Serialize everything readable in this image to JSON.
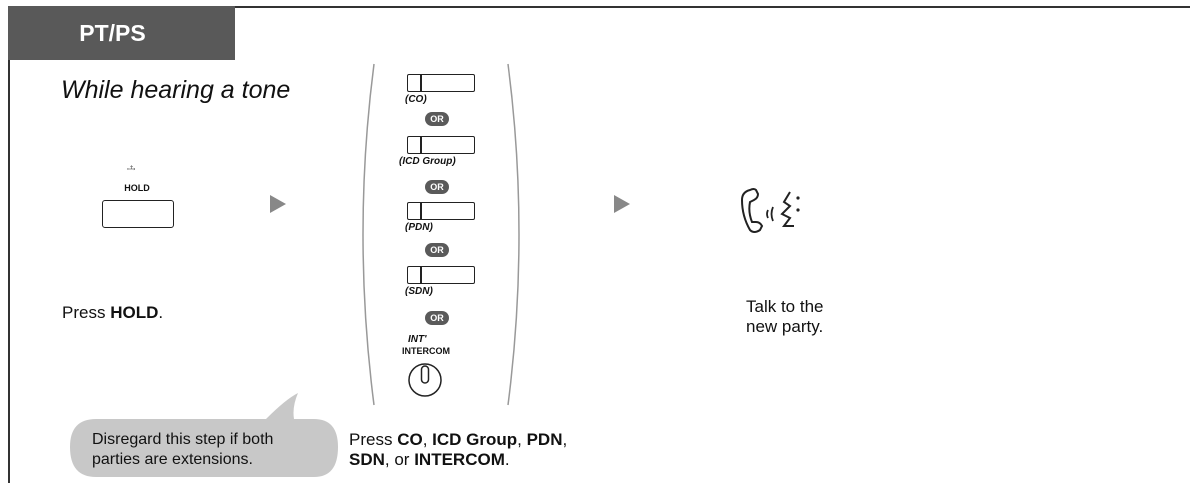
{
  "header": {
    "tab_label": "PT/PS"
  },
  "subtitle": "While hearing a tone",
  "step1": {
    "key_label": "HOLD",
    "caption_prefix": "Press ",
    "caption_bold": "HOLD",
    "caption_suffix": "."
  },
  "step2": {
    "keys": [
      {
        "label": "(CO)"
      },
      {
        "label": "(ICD Group)"
      },
      {
        "label": "(PDN)"
      },
      {
        "label": "(SDN)"
      }
    ],
    "or_label": "OR",
    "int_label": "INT'",
    "intercom_label": "INTERCOM",
    "caption": {
      "prefix": "Press ",
      "co": "CO",
      "sep1": ", ",
      "icd": "ICD Group",
      "sep2": ", ",
      "pdn": "PDN",
      "sep3": ",",
      "sdn": "SDN",
      "sep4": ", or ",
      "intercom": "INTERCOM",
      "suffix": "."
    }
  },
  "step3": {
    "caption_line1": "Talk to the",
    "caption_line2": "new party."
  },
  "note": {
    "line1": "Disregard this step if both",
    "line2": "parties are extensions."
  },
  "colors": {
    "tab_bg": "#595959",
    "arrow": "#888888",
    "bubble": "#c8c8c8",
    "or_badge": "#5a5a5a"
  }
}
